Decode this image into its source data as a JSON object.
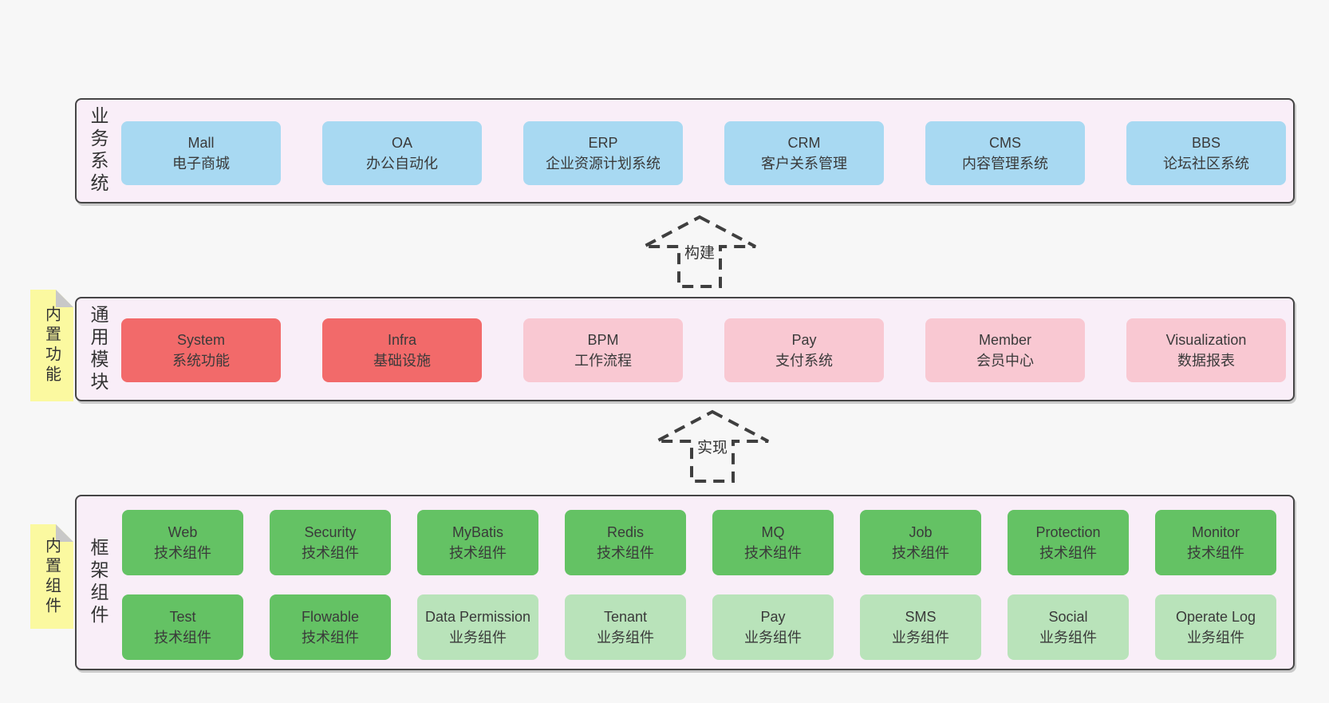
{
  "palette": {
    "page_background": "#f7f7f7",
    "panel_background": "#f9eef8",
    "panel_border": "#454545",
    "blue_box": "#a8d9f2",
    "red_box": "#f26a6a",
    "pink_box": "#f9c8d2",
    "green_box": "#64c264",
    "light_green_box": "#b9e3ba",
    "sticky_tag": "#fbf9a0"
  },
  "arrows": [
    {
      "label": "构建"
    },
    {
      "label": "实现"
    }
  ],
  "sections": [
    {
      "label": "业务系统",
      "boxes": [
        {
          "title": "Mall",
          "subtitle": "电子商城"
        },
        {
          "title": "OA",
          "subtitle": "办公自动化"
        },
        {
          "title": "ERP",
          "subtitle": "企业资源计划系统"
        },
        {
          "title": "CRM",
          "subtitle": "客户关系管理"
        },
        {
          "title": "CMS",
          "subtitle": "内容管理系统"
        },
        {
          "title": "BBS",
          "subtitle": "论坛社区系统"
        }
      ]
    },
    {
      "label": "通用模块",
      "tag": "内置功能",
      "boxes": [
        {
          "title": "System",
          "subtitle": "系统功能"
        },
        {
          "title": "Infra",
          "subtitle": "基础设施"
        },
        {
          "title": "BPM",
          "subtitle": "工作流程"
        },
        {
          "title": "Pay",
          "subtitle": "支付系统"
        },
        {
          "title": "Member",
          "subtitle": "会员中心"
        },
        {
          "title": "Visualization",
          "subtitle": "数据报表"
        }
      ]
    },
    {
      "label": "框架组件",
      "tag": "内置组件",
      "box_rows": [
        [
          {
            "title": "Web",
            "subtitle": "技术组件"
          },
          {
            "title": "Security",
            "subtitle": "技术组件"
          },
          {
            "title": "MyBatis",
            "subtitle": "技术组件"
          },
          {
            "title": "Redis",
            "subtitle": "技术组件"
          },
          {
            "title": "MQ",
            "subtitle": "技术组件"
          },
          {
            "title": "Job",
            "subtitle": "技术组件"
          },
          {
            "title": "Protection",
            "subtitle": "技术组件"
          },
          {
            "title": "Monitor",
            "subtitle": "技术组件"
          }
        ],
        [
          {
            "title": "Test",
            "subtitle": "技术组件"
          },
          {
            "title": "Flowable",
            "subtitle": "技术组件"
          },
          {
            "title": "Data Permission",
            "subtitle": "业务组件"
          },
          {
            "title": "Tenant",
            "subtitle": "业务组件"
          },
          {
            "title": "Pay",
            "subtitle": "业务组件"
          },
          {
            "title": "SMS",
            "subtitle": "业务组件"
          },
          {
            "title": "Social",
            "subtitle": "业务组件"
          },
          {
            "title": "Operate Log",
            "subtitle": "业务组件"
          }
        ]
      ]
    }
  ]
}
